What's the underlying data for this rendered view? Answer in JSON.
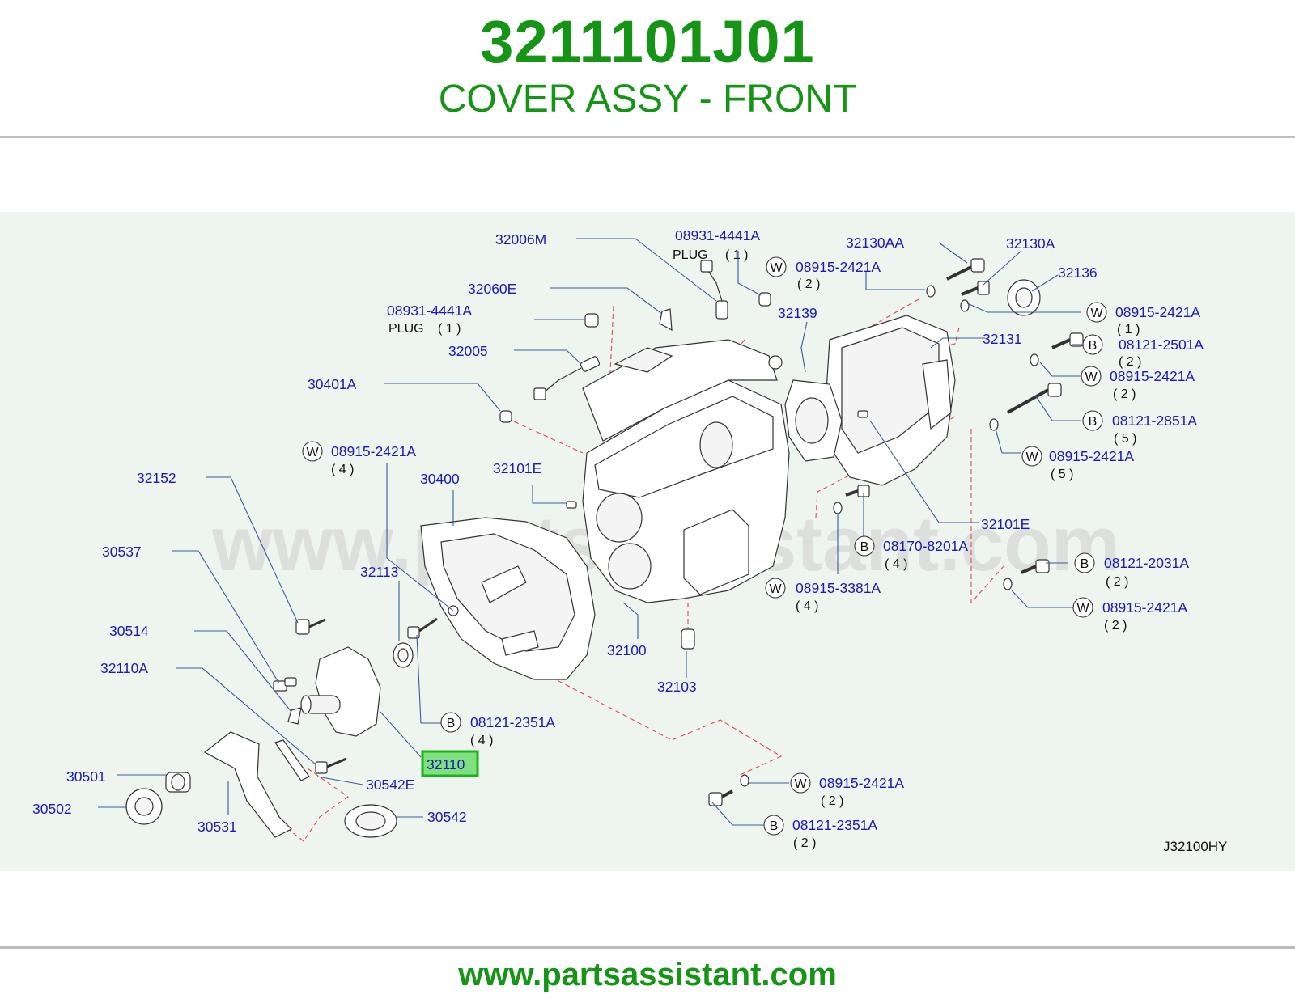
{
  "header": {
    "part_number": "3211101J01",
    "part_name": "COVER ASSY - FRONT"
  },
  "diagram": {
    "watermark": "www.partsassistant.com",
    "code": "J32100HY",
    "highlighted": "32110",
    "labels": {
      "l32006M": "32006M",
      "l08931a": "08931-4441A",
      "plug_a": "PLUG",
      "plug_a_qty": "( 1 )",
      "l08915_2": "08915-2421A",
      "l08915_2_qty": "( 2 )",
      "l32130AA": "32130AA",
      "l32130A": "32130A",
      "l32136": "32136",
      "l32060E": "32060E",
      "l08931b": "08931-4441A",
      "plug_b": "PLUG",
      "plug_b_qty": "( 1 )",
      "l32139": "32139",
      "l08915_1": "08915-2421A",
      "l08915_1_qty": "( 1 )",
      "l32131": "32131",
      "l08121_2501": "08121-2501A",
      "l08121_2501_qty": "( 2 )",
      "l32005": "32005",
      "l08915_2b": "08915-2421A",
      "l08915_2b_qty": "( 2 )",
      "l30401A": "30401A",
      "l08121_2851": "08121-2851A",
      "l08121_2851_qty": "( 5 )",
      "l08915_4": "08915-2421A",
      "l08915_4_qty": "( 4 )",
      "l08915_5": "08915-2421A",
      "l08915_5_qty": "( 5 )",
      "l32101E_a": "32101E",
      "l32152": "32152",
      "l30400": "30400",
      "l32101E_b": "32101E",
      "l30537": "30537",
      "l08170": "08170-8201A",
      "l08170_qty": "( 4 )",
      "l08121_2031": "08121-2031A",
      "l08121_2031_qty": "( 2 )",
      "l32113": "32113",
      "l08915_3381": "08915-3381A",
      "l08915_3381_qty": "( 4 )",
      "l08915_2c": "08915-2421A",
      "l08915_2c_qty": "( 2 )",
      "l30514": "30514",
      "l32100": "32100",
      "l32110A": "32110A",
      "l32103": "32103",
      "l08121_2351a": "08121-2351A",
      "l08121_2351a_qty": "( 4 )",
      "l32110": "32110",
      "l30501": "30501",
      "l30542E": "30542E",
      "l08915_2d": "08915-2421A",
      "l08915_2d_qty": "( 2 )",
      "l30502": "30502",
      "l30542": "30542",
      "l30531": "30531",
      "l08121_2351b": "08121-2351A",
      "l08121_2351b_qty": "( 2 )",
      "W": "W",
      "B": "B"
    }
  },
  "footer": {
    "url": "www.partsassistant.com"
  }
}
